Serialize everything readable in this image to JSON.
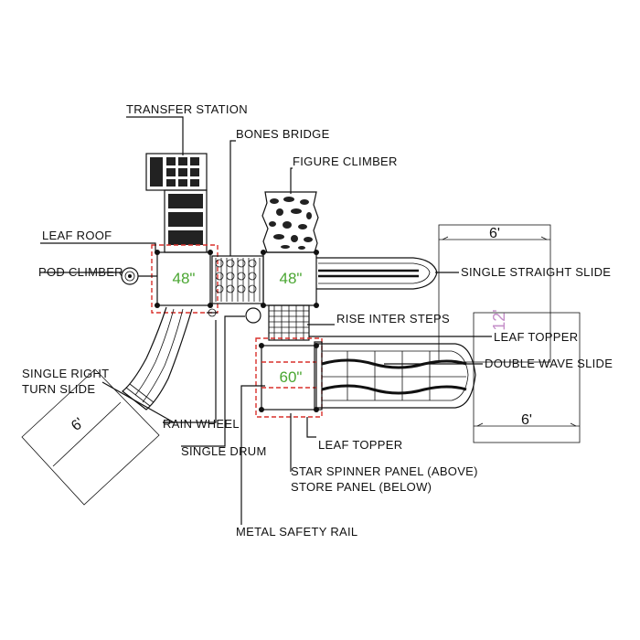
{
  "labels": {
    "transfer_station": "TRANSFER STATION",
    "bones_bridge": "BONES BRIDGE",
    "figure_climber": "FIGURE CLIMBER",
    "leaf_roof": "LEAF ROOF",
    "pod_climber": "POD CLIMBER",
    "single_straight_slide": "SINGLE STRAIGHT SLIDE",
    "rise_inter_steps": "RISE INTER STEPS",
    "leaf_topper_right": "LEAF TOPPER",
    "double_wave_slide": "DOUBLE WAVE SLIDE",
    "single_right_turn_slide_1": "SINGLE RIGHT",
    "single_right_turn_slide_2": "TURN SLIDE",
    "rain_wheel": "RAIN WHEEL",
    "single_drum": "SINGLE DRUM",
    "leaf_topper_bottom": "LEAF TOPPER",
    "star_spinner_panel": "STAR SPINNER PANEL (ABOVE)",
    "store_panel": "STORE PANEL (BELOW)",
    "metal_safety_rail": "METAL SAFETY RAIL"
  },
  "decks": {
    "left_deck": "48\"",
    "right_deck": "48\"",
    "lower_deck": "60\""
  },
  "dimensions": {
    "top_right_width": "6'",
    "bottom_right_width": "6'",
    "left_slide_width": "6'",
    "vertical_clearance": "12'"
  },
  "colors": {
    "line": "#111111",
    "deck_height_text": "#4aa632",
    "safety_outline": "#d9302c",
    "clearance_text": "#c58fc9"
  }
}
